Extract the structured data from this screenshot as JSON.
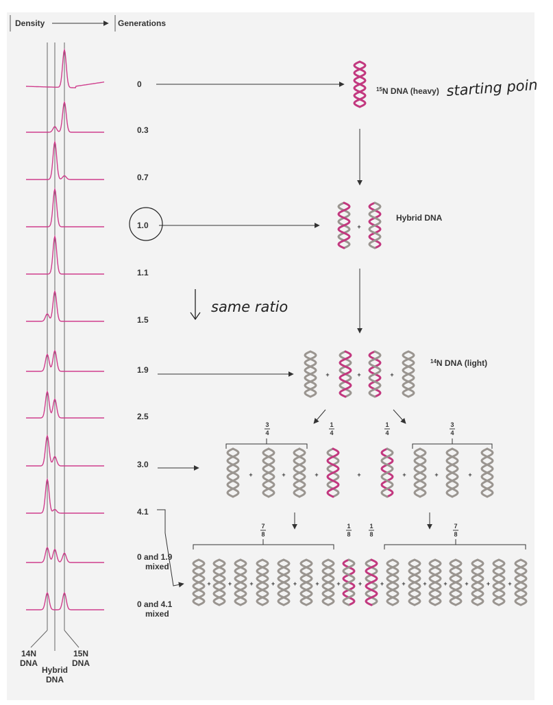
{
  "header": {
    "density": "Density",
    "generations": "Generations"
  },
  "colors": {
    "paper": "#f3f3f3",
    "heavy": "#c2387f",
    "light": "#9a9590",
    "curve": "#cf3c8c",
    "ink": "#333333"
  },
  "generations": [
    "0",
    "0.3",
    "0.7",
    "1.0",
    "1.1",
    "1.5",
    "1.9",
    "2.5",
    "3.0",
    "4.1",
    "0 and 1.9\nmixed",
    "0 and 4.1\nmixed"
  ],
  "density_profiles": [
    [
      0,
      0,
      1
    ],
    [
      0,
      0.15,
      0.8
    ],
    [
      0,
      1,
      0.1
    ],
    [
      0,
      1,
      0
    ],
    [
      0,
      1,
      0
    ],
    [
      0.2,
      0.8,
      0
    ],
    [
      0.45,
      0.55,
      0
    ],
    [
      0.7,
      0.5,
      0
    ],
    [
      0.8,
      0.25,
      0
    ],
    [
      0.9,
      0.1,
      0
    ],
    [
      0.4,
      0.35,
      0.25
    ],
    [
      0.45,
      0,
      0.45
    ]
  ],
  "bottom_labels": {
    "light": "14N\nDNA",
    "hybrid": "Hybrid\nDNA",
    "heavy": "15N\nDNA"
  },
  "panels": {
    "heavy_label": "15N DNA (heavy)",
    "hybrid_label": "Hybrid DNA",
    "light_label": "14N DNA (light)"
  },
  "fractions": {
    "three_quarters": "3/4",
    "one_quarter": "1/4",
    "seven_eighths": "7/8",
    "one_eighth": "1/8"
  },
  "plus": "+",
  "annotations": {
    "starting_point": "starting poin",
    "same_ratio": "same ratio"
  }
}
